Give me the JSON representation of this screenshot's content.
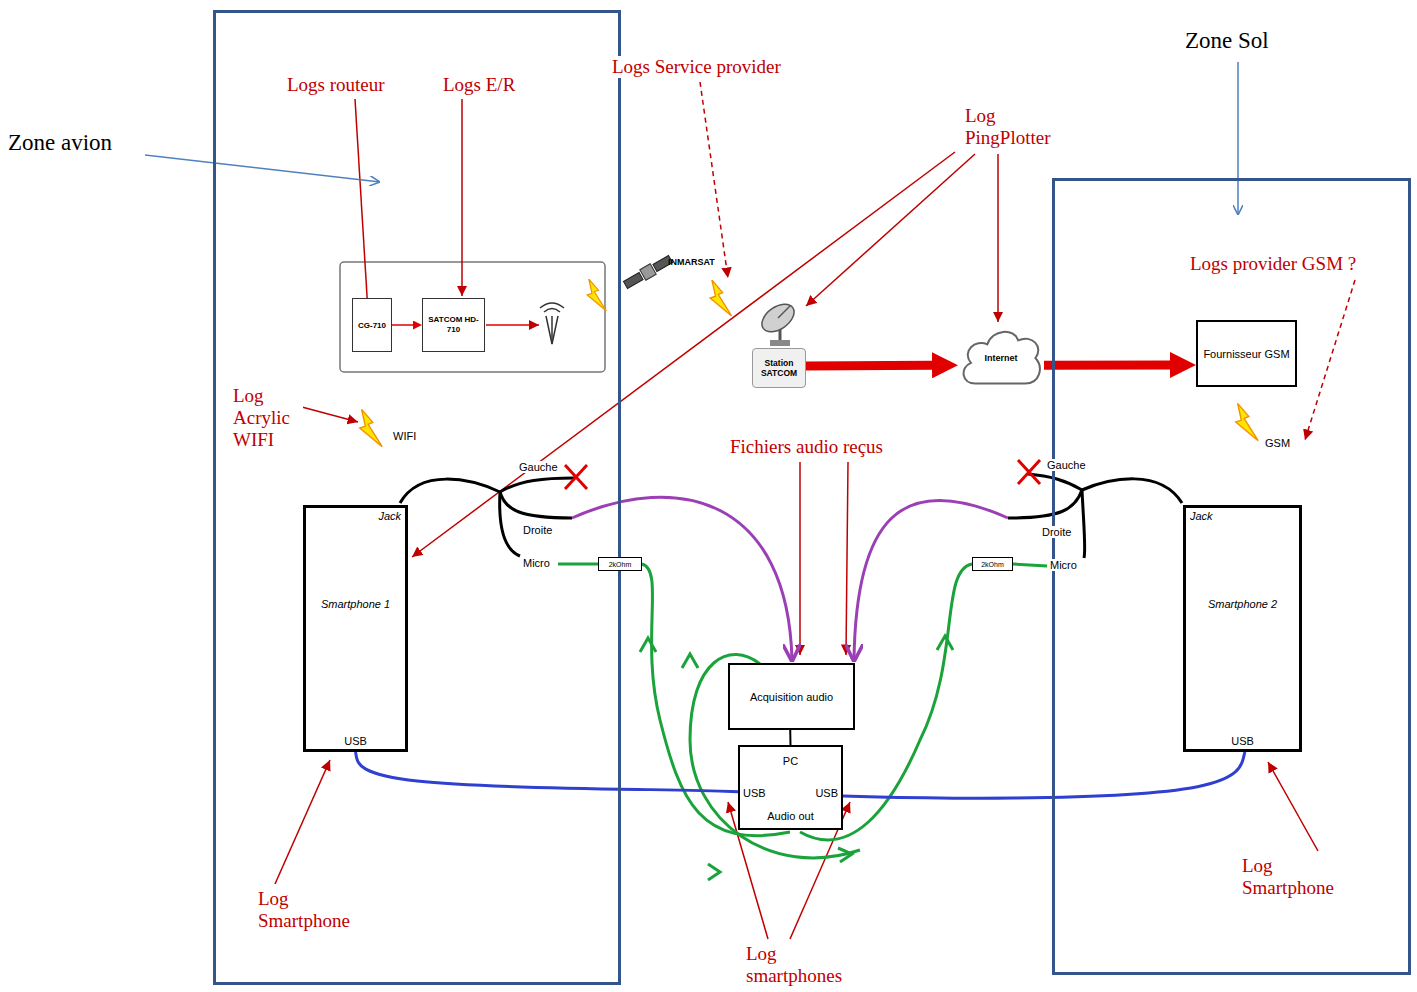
{
  "diagram": {
    "nodes": [
      {
        "text": [
          "Zone avion"
        ]
      },
      {
        "text": [
          "CG-710"
        ],
        "in": 0
      },
      {
        "text": [
          "SATCOM HD-710"
        ],
        "in": 0
      },
      {
        "text": [
          "Jack",
          "Smartphone 1",
          "USB"
        ],
        "in": 0
      },
      {
        "text": [
          "Station SATCOM"
        ]
      },
      {
        "text": [
          "Internet"
        ]
      },
      {
        "text": [
          "Zone Sol"
        ]
      },
      {
        "text": [
          "Fournisseur GSM"
        ],
        "in": 6
      },
      {
        "text": [
          "Jack",
          "Smartphone 2",
          "USB"
        ],
        "in": 6
      },
      {
        "text": [
          "2kOhm"
        ]
      },
      {
        "text": [
          "2kOhm"
        ]
      },
      {
        "text": [
          "Acquisition audio"
        ]
      },
      {
        "text": [
          "PC",
          "USB",
          "USB",
          "Audio out"
        ]
      }
    ],
    "edges": [
      {
        "from": 1,
        "to": 2,
        "arrow": "to"
      },
      {
        "from": 4,
        "to": 5,
        "arrow": "to"
      },
      {
        "from": 5,
        "to": 7,
        "arrow": "to"
      },
      {
        "from": 11,
        "to": 12,
        "arrow": "none"
      },
      {
        "from": 3,
        "to": 12,
        "arrow": "none"
      },
      {
        "from": 12,
        "to": 8,
        "arrow": "none"
      }
    ],
    "labels": [
      "Logs routeur",
      "Logs E/R",
      "Logs Service provider",
      "Log PingPlotter",
      "Log Acrylic WIFI",
      "WIFI",
      "INMARSAT",
      "Logs provider GSM ?",
      "GSM",
      "Fichiers audio reçus",
      "Gauche",
      "Droite",
      "Micro",
      "Gauche",
      "Droite",
      "Micro",
      "Log Smartphone",
      "Log Smartphone",
      "Log smartphones"
    ]
  }
}
